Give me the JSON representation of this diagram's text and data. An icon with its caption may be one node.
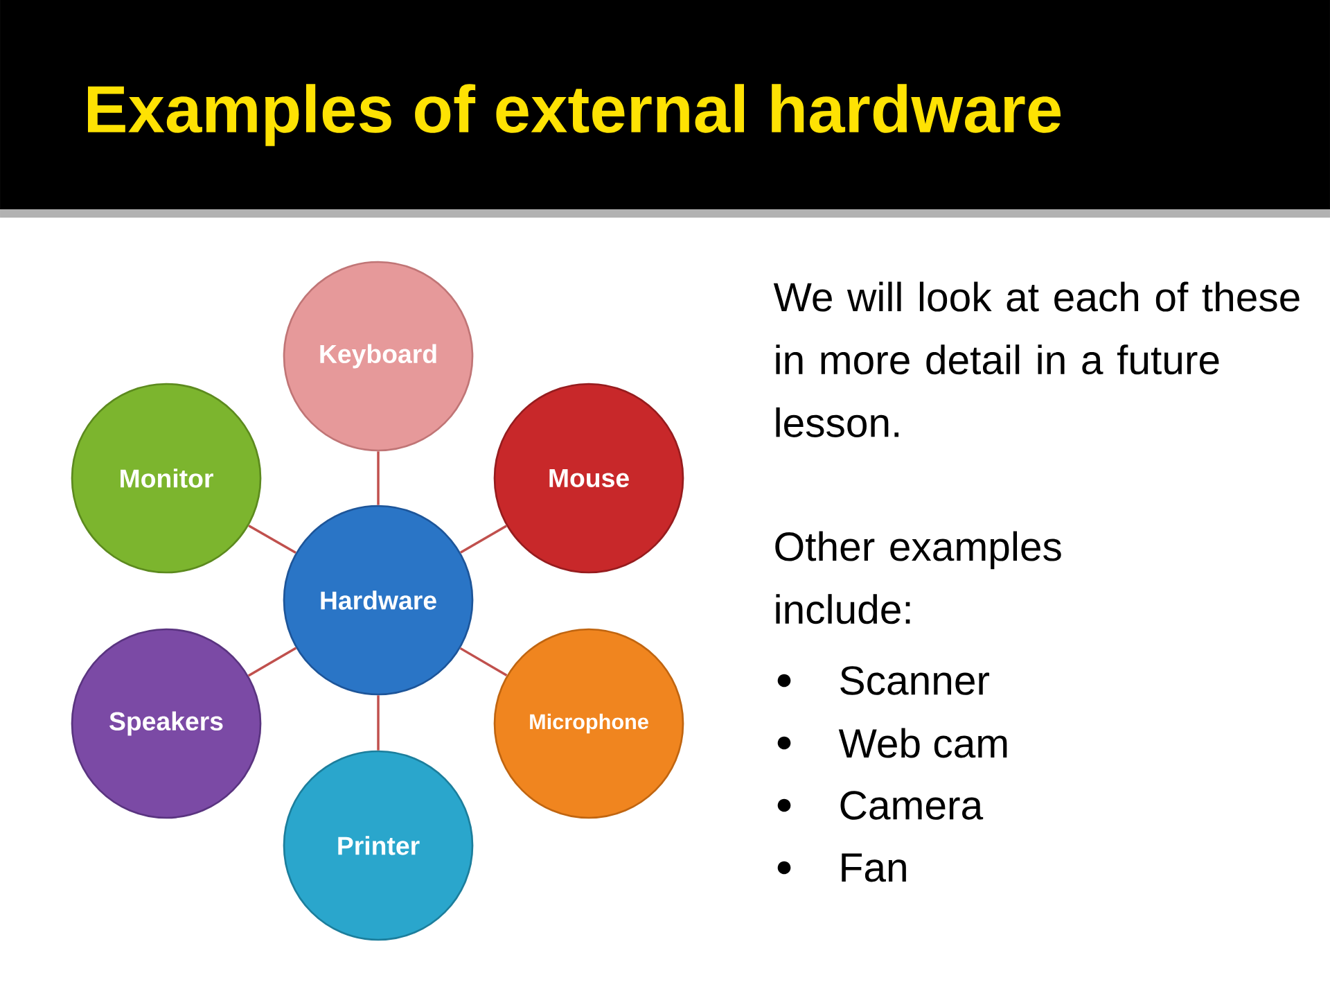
{
  "diagram": {
    "title": "Examples of external hardware",
    "nodes": [
      {
        "text": [
          "Hardware"
        ]
      },
      {
        "text": [
          "Keyboard"
        ]
      },
      {
        "text": [
          "Mouse"
        ]
      },
      {
        "text": [
          "Microphone"
        ]
      },
      {
        "text": [
          "Printer"
        ]
      },
      {
        "text": [
          "Speakers"
        ]
      },
      {
        "text": [
          "Monitor"
        ]
      }
    ],
    "edges": [
      {
        "from": 0,
        "to": 1,
        "arrow": "none"
      },
      {
        "from": 0,
        "to": 2,
        "arrow": "none"
      },
      {
        "from": 0,
        "to": 3,
        "arrow": "none"
      },
      {
        "from": 0,
        "to": 4,
        "arrow": "none"
      },
      {
        "from": 0,
        "to": 5,
        "arrow": "none"
      },
      {
        "from": 0,
        "to": 6,
        "arrow": "none"
      }
    ],
    "labels": [
      "We will look at each of these in more detail in a future lesson.",
      "Other examples include:",
      "Scanner",
      "Web cam",
      "Camera",
      "Fan"
    ]
  }
}
